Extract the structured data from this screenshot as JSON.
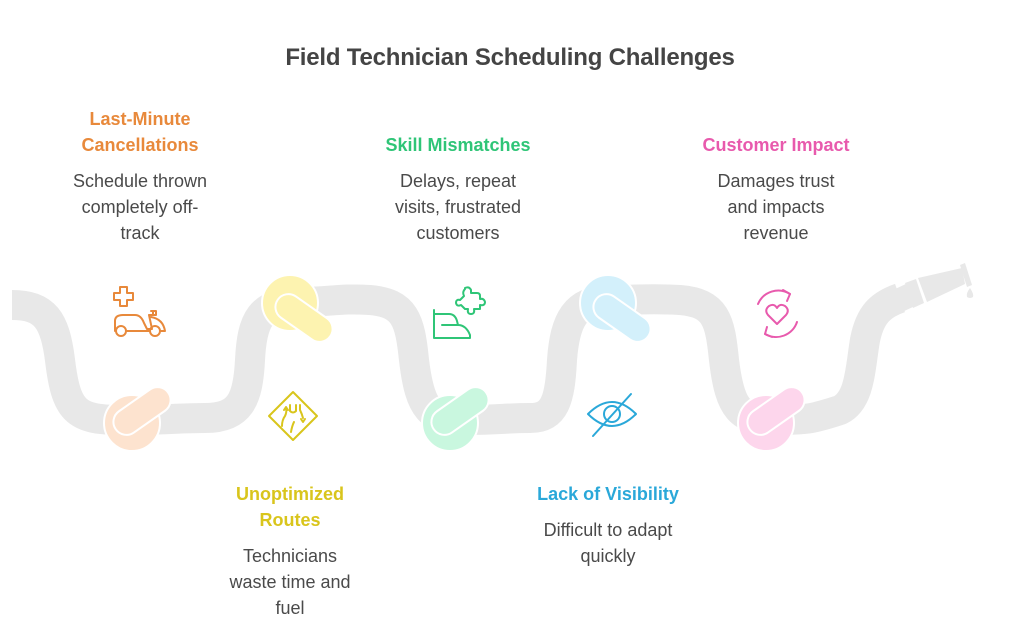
{
  "title": "Field Technician Scheduling Challenges",
  "colors": {
    "hose": "#e8e8e8",
    "orange": "#e8893b",
    "yellow": "#d9c51c",
    "green": "#2fc577",
    "blue": "#2aa8d9",
    "pink": "#e85aad"
  },
  "items": [
    {
      "heading_lines": [
        "Last-Minute",
        "Cancellations"
      ],
      "desc_lines": [
        "Schedule thrown",
        "completely off-",
        "track"
      ],
      "icon": "ambulance-scooter-icon",
      "color": "#e8893b",
      "knot_color": "#fde3cf",
      "position": "top"
    },
    {
      "heading_lines": [
        "Unoptimized",
        "Routes"
      ],
      "desc_lines": [
        "Technicians",
        "waste time and",
        "fuel"
      ],
      "icon": "road-sign-icon",
      "color": "#d9c51c",
      "knot_color": "#fdf3b0",
      "position": "bottom"
    },
    {
      "heading_lines": [
        "Skill Mismatches"
      ],
      "desc_lines": [
        "Delays, repeat",
        "visits, frustrated",
        "customers"
      ],
      "icon": "puzzle-hand-icon",
      "color": "#2fc577",
      "knot_color": "#c9f7df",
      "position": "top"
    },
    {
      "heading_lines": [
        "Lack of Visibility"
      ],
      "desc_lines": [
        "Difficult to adapt",
        "quickly"
      ],
      "icon": "eye-off-icon",
      "color": "#2aa8d9",
      "knot_color": "#d3f0fb",
      "position": "bottom"
    },
    {
      "heading_lines": [
        "Customer Impact"
      ],
      "desc_lines": [
        "Damages trust",
        "and impacts",
        "revenue"
      ],
      "icon": "heart-refresh-icon",
      "color": "#e85aad",
      "knot_color": "#fdd6ec",
      "position": "top"
    }
  ]
}
